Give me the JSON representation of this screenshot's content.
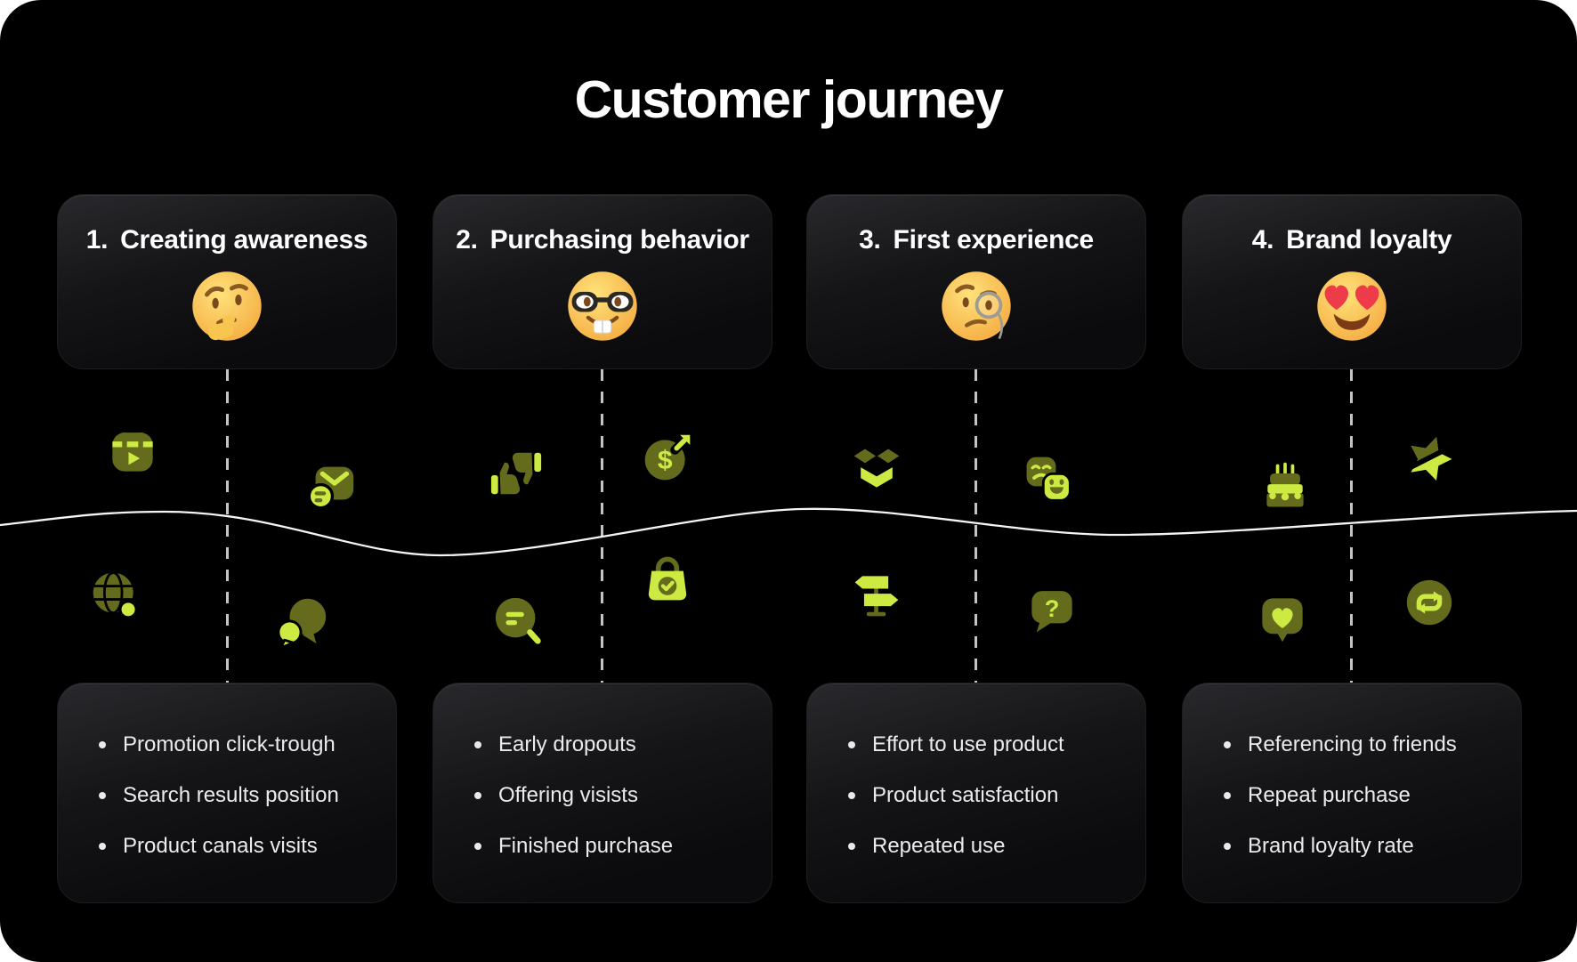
{
  "page": {
    "title": "Customer journey"
  },
  "colors": {
    "background": "#000000",
    "card_top": "#29292d",
    "card_bottom": "#0b0b0d",
    "lime": "#cdea43",
    "olive": "#656b1d",
    "wave_line": "#f4f4f4",
    "dashed_line": "#c4c4c4",
    "title_text": "#ffffff",
    "metric_text": "#ebebee"
  },
  "glyphs": {
    "dollar": "$",
    "question": "?"
  },
  "stages": [
    {
      "number": "1.",
      "title": "Creating awareness",
      "emoji": "thinking-face-emoji",
      "metrics": [
        "Promotion click-trough",
        "Search results position",
        "Product canals visits"
      ]
    },
    {
      "number": "2.",
      "title": "Purchasing behavior",
      "emoji": "nerd-face-emoji",
      "metrics": [
        "Early dropouts",
        "Offering visists",
        "Finished purchase"
      ]
    },
    {
      "number": "3.",
      "title": "First experience",
      "emoji": "monocle-face-emoji",
      "metrics": [
        "Effort to use product",
        "Product satisfaction",
        "Repeated use"
      ]
    },
    {
      "number": "4.",
      "title": "Brand loyalty",
      "emoji": "heart-eyes-face-emoji",
      "metrics": [
        "Referencing to friends",
        "Repeat purchase",
        "Brand loyalty rate"
      ]
    }
  ],
  "icons": {
    "above_wave": [
      "video-channel",
      "email-feedback",
      "thumbs-up-down",
      "dollar-growth",
      "open-box",
      "feedback-faces",
      "birthday-cake",
      "star-rating"
    ],
    "below_wave": [
      "globe-search",
      "chat-bubbles",
      "search-results",
      "bag-check",
      "signpost",
      "question-bubble",
      "heart-like",
      "repeat-purchase"
    ]
  }
}
